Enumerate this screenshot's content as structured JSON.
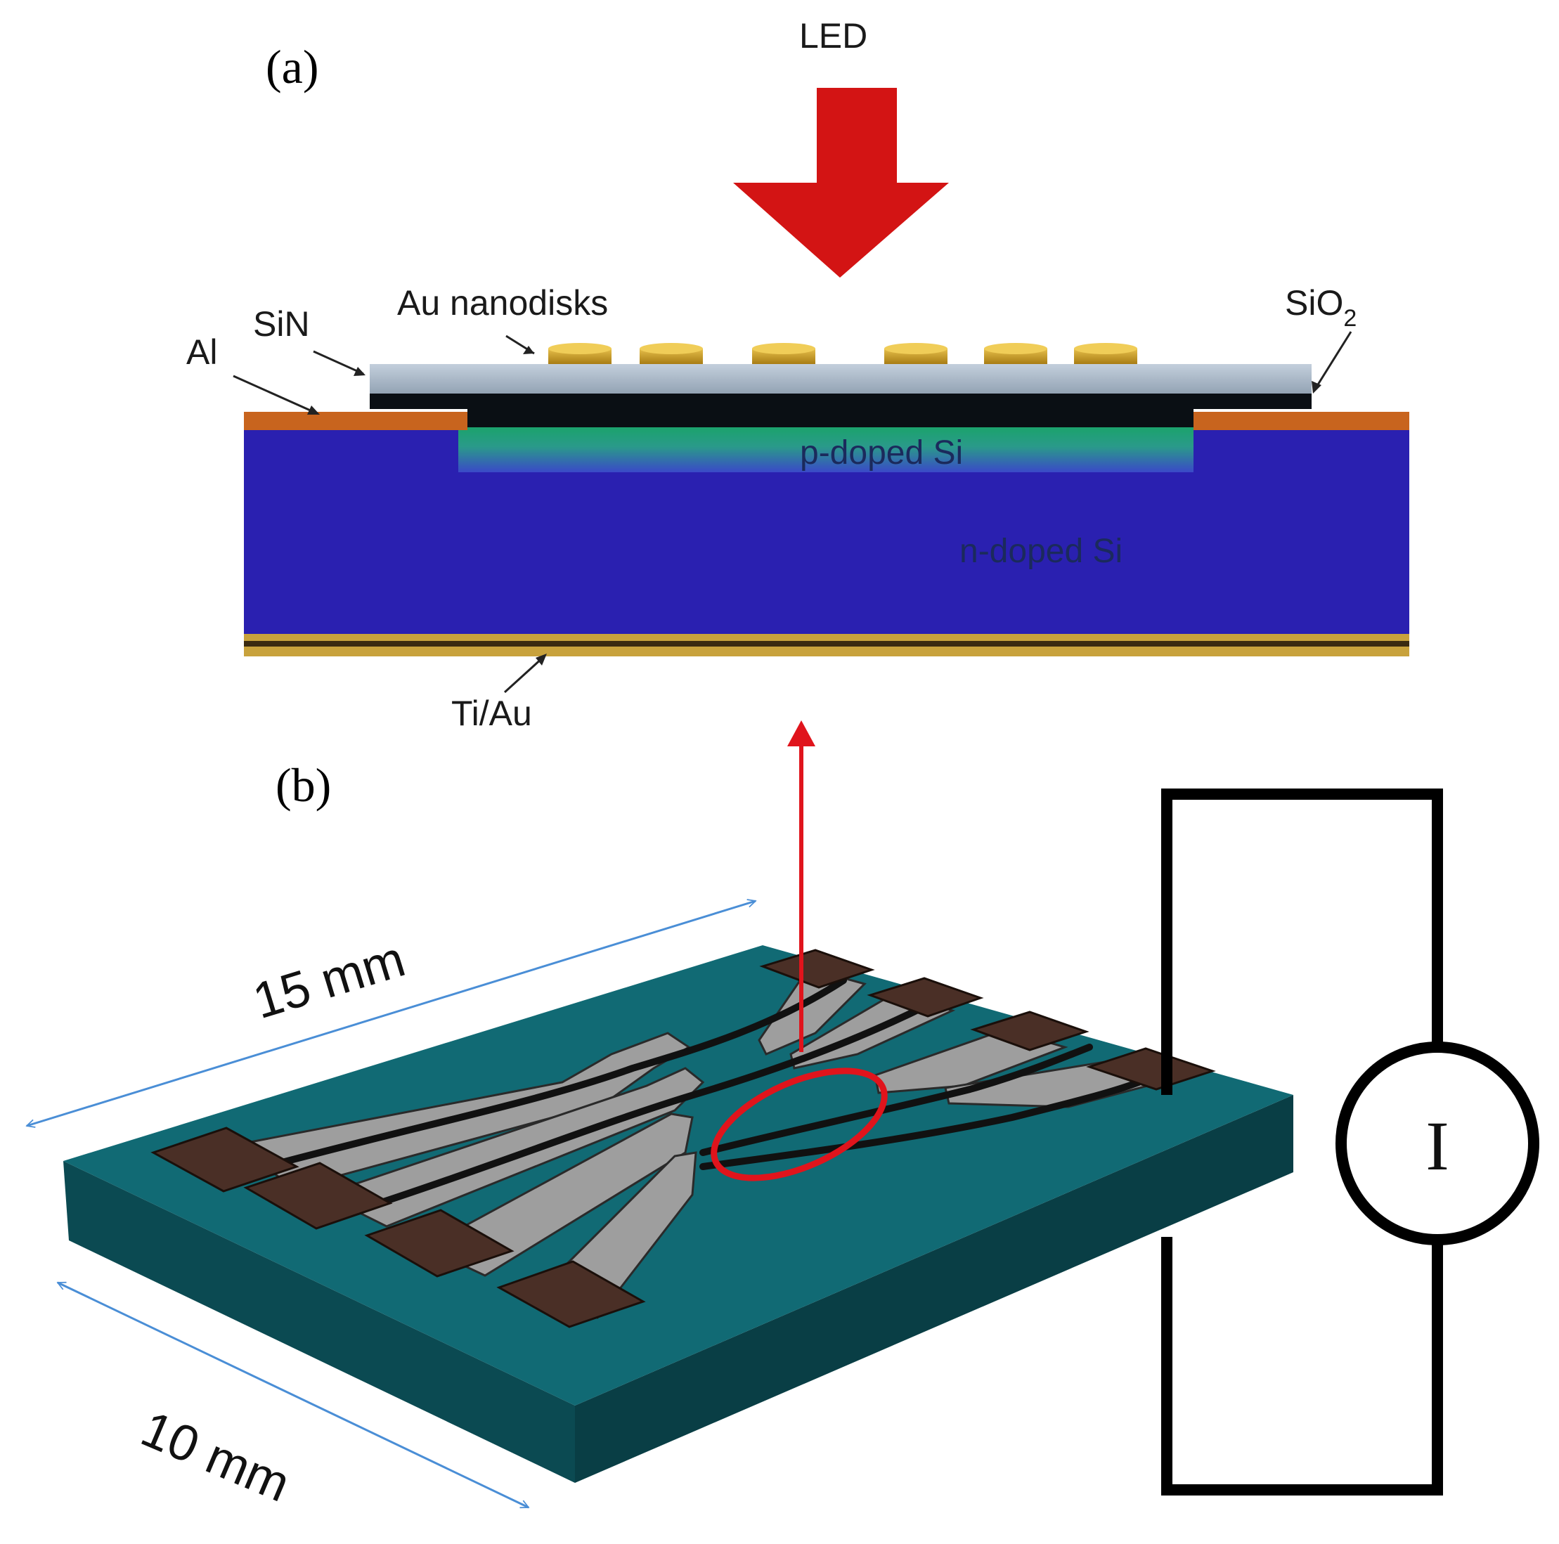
{
  "panel_a": {
    "letter": "(a)",
    "light_source": "LED",
    "labels": {
      "nanodisks": "Au nanodisks",
      "sin": "SiN",
      "al": "Al",
      "sio2_main": "SiO",
      "sio2_sub": "2",
      "p_doped": "p-doped Si",
      "n_doped": "n-doped Si",
      "ti_au": "Ti/Au"
    },
    "nanodisk_count": 6
  },
  "panel_b": {
    "letter": "(b)",
    "dim_length": "15 mm",
    "dim_width": "10 mm",
    "meter_symbol": "I",
    "contact_pads": 8
  },
  "colors": {
    "arrow_red": "#d31414",
    "substrate_blue": "#2a20b0",
    "p_layer_green": "#1aa36a",
    "al_orange": "#c8641e",
    "sin_gray": "#a9b8c8",
    "sio2_black": "#0a0f14",
    "gold": "#d4a62a",
    "chip_top": "#116a74",
    "chip_side": "#0b4a52",
    "pad_brown": "#4a2f26",
    "electrode_gray": "#9e9e9e",
    "dimension_blue": "#4a8ed6"
  }
}
